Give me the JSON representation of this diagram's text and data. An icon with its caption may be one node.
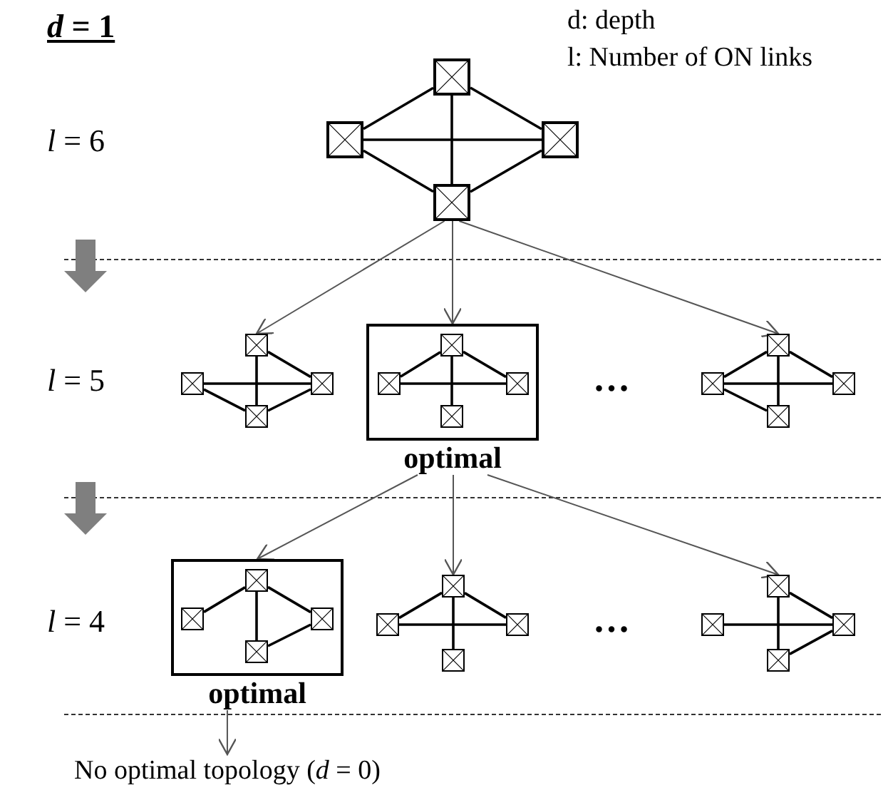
{
  "diagram": {
    "title": "*d* = 1",
    "nodes": [
      {
        "text": [],
        "shape": "box"
      },
      {
        "text": [],
        "shape": "box"
      },
      {
        "text": [],
        "shape": "box"
      },
      {
        "text": [],
        "shape": "box"
      },
      {
        "text": [],
        "shape": "box"
      },
      {
        "text": [],
        "shape": "box"
      },
      {
        "text": [],
        "shape": "box"
      },
      {
        "text": [],
        "shape": "box"
      },
      {
        "text": [
          "optimal"
        ]
      },
      {
        "text": [],
        "shape": "box",
        "in": 8
      },
      {
        "text": [],
        "shape": "box",
        "in": 8
      },
      {
        "text": [],
        "shape": "box",
        "in": 8
      },
      {
        "text": [],
        "shape": "box",
        "in": 8
      },
      {
        "text": [],
        "shape": "box"
      },
      {
        "text": [],
        "shape": "box"
      },
      {
        "text": [],
        "shape": "box"
      },
      {
        "text": [],
        "shape": "box"
      },
      {
        "text": [
          "optimal"
        ]
      },
      {
        "text": [],
        "shape": "box",
        "in": 17
      },
      {
        "text": [],
        "shape": "box",
        "in": 17
      },
      {
        "text": [],
        "shape": "box",
        "in": 17
      },
      {
        "text": [],
        "shape": "box",
        "in": 17
      },
      {
        "text": [],
        "shape": "box"
      },
      {
        "text": [],
        "shape": "box"
      },
      {
        "text": [],
        "shape": "box"
      },
      {
        "text": [],
        "shape": "box"
      },
      {
        "text": [],
        "shape": "box"
      },
      {
        "text": [],
        "shape": "box"
      },
      {
        "text": [],
        "shape": "box"
      },
      {
        "text": [],
        "shape": "box"
      },
      {
        "text": [
          "No optimal topology (*d* = 0)"
        ]
      }
    ],
    "edges": [
      {
        "from": 0,
        "to": 1,
        "arrow": "none"
      },
      {
        "from": 0,
        "to": 2,
        "arrow": "none"
      },
      {
        "from": 0,
        "to": 3,
        "arrow": "none"
      },
      {
        "from": 1,
        "to": 2,
        "arrow": "none"
      },
      {
        "from": 1,
        "to": 3,
        "arrow": "none"
      },
      {
        "from": 2,
        "to": 3,
        "arrow": "none"
      },
      {
        "from": 5,
        "to": 6,
        "arrow": "none"
      },
      {
        "from": 4,
        "to": 7,
        "arrow": "none"
      },
      {
        "from": 4,
        "to": 6,
        "arrow": "none"
      },
      {
        "from": 5,
        "to": 7,
        "arrow": "none"
      },
      {
        "from": 7,
        "to": 6,
        "arrow": "none"
      },
      {
        "from": 9,
        "to": 10,
        "arrow": "none"
      },
      {
        "from": 9,
        "to": 11,
        "arrow": "none"
      },
      {
        "from": 10,
        "to": 11,
        "arrow": "none"
      },
      {
        "from": 9,
        "to": 12,
        "arrow": "none"
      },
      {
        "from": 14,
        "to": 13,
        "arrow": "none"
      },
      {
        "from": 13,
        "to": 15,
        "arrow": "none"
      },
      {
        "from": 14,
        "to": 15,
        "arrow": "none"
      },
      {
        "from": 13,
        "to": 16,
        "arrow": "none"
      },
      {
        "from": 14,
        "to": 16,
        "arrow": "none"
      },
      {
        "from": 19,
        "to": 18,
        "arrow": "none"
      },
      {
        "from": 18,
        "to": 21,
        "arrow": "none"
      },
      {
        "from": 18,
        "to": 20,
        "arrow": "none"
      },
      {
        "from": 21,
        "to": 20,
        "arrow": "none"
      },
      {
        "from": 23,
        "to": 22,
        "arrow": "none"
      },
      {
        "from": 22,
        "to": 24,
        "arrow": "none"
      },
      {
        "from": 23,
        "to": 24,
        "arrow": "none"
      },
      {
        "from": 22,
        "to": 25,
        "arrow": "none"
      },
      {
        "from": 27,
        "to": 28,
        "arrow": "none"
      },
      {
        "from": 26,
        "to": 29,
        "arrow": "none"
      },
      {
        "from": 26,
        "to": 28,
        "arrow": "none"
      },
      {
        "from": 29,
        "to": 28,
        "arrow": "none"
      },
      {
        "from": 3,
        "to": 4,
        "arrow": "to",
        "color": "#555555"
      },
      {
        "from": 3,
        "to": 8,
        "arrow": "to",
        "color": "#555555"
      },
      {
        "from": 3,
        "to": 13,
        "arrow": "to",
        "color": "#555555"
      },
      {
        "from": 8,
        "to": 17,
        "arrow": "to",
        "color": "#555555"
      },
      {
        "from": 8,
        "to": 22,
        "arrow": "to",
        "color": "#555555"
      },
      {
        "from": 8,
        "to": 26,
        "arrow": "to",
        "color": "#555555"
      },
      {
        "from": 17,
        "to": 30,
        "arrow": "to",
        "color": "#555555"
      }
    ],
    "labels": [
      "*l* = 6",
      "*l* = 5",
      "*l* = 4",
      "d: depth",
      "l: Number of ON links",
      "…",
      "…"
    ]
  }
}
